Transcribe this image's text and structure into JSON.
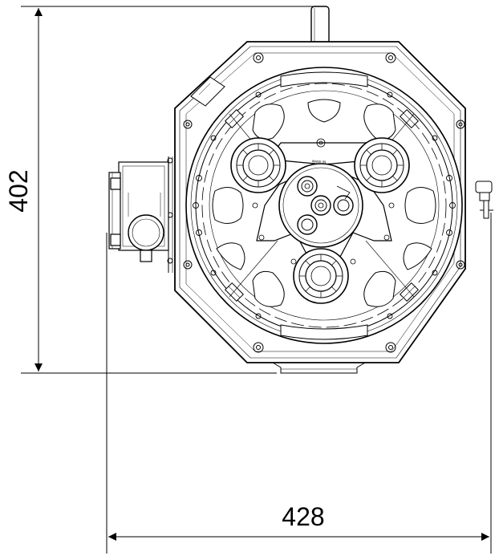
{
  "dimensions": {
    "height_label": "402",
    "width_label": "428"
  },
  "plate_labels": {
    "upper": "MADE IN ...",
    "middle": "...",
    "lower": "..."
  }
}
